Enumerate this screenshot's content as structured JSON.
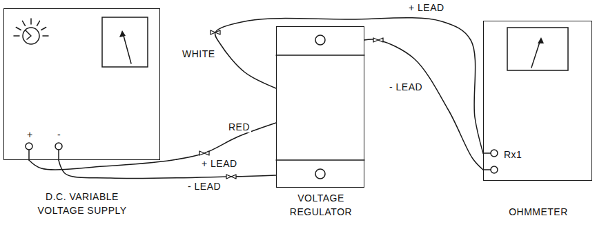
{
  "diagram": {
    "nodes": [
      {
        "text": [
          "D.C. VARIABLE VOLTAGE SUPPLY"
        ]
      },
      {
        "text": [
          "VOLTAGE REGULATOR"
        ]
      },
      {
        "text": [
          "OHMMETER",
          "Rx1"
        ]
      }
    ],
    "edges": [
      {
        "from": 0,
        "to": 1,
        "label": "+ LEAD",
        "arrow": "none"
      },
      {
        "from": 0,
        "to": 1,
        "label": "- LEAD",
        "arrow": "none"
      },
      {
        "from": 1,
        "to": 2,
        "label": "+ LEAD",
        "arrow": "none"
      },
      {
        "from": 1,
        "to": 2,
        "label": "- LEAD",
        "arrow": "none"
      }
    ],
    "labels": [
      "WHITE",
      "RED",
      "+",
      "-"
    ]
  }
}
